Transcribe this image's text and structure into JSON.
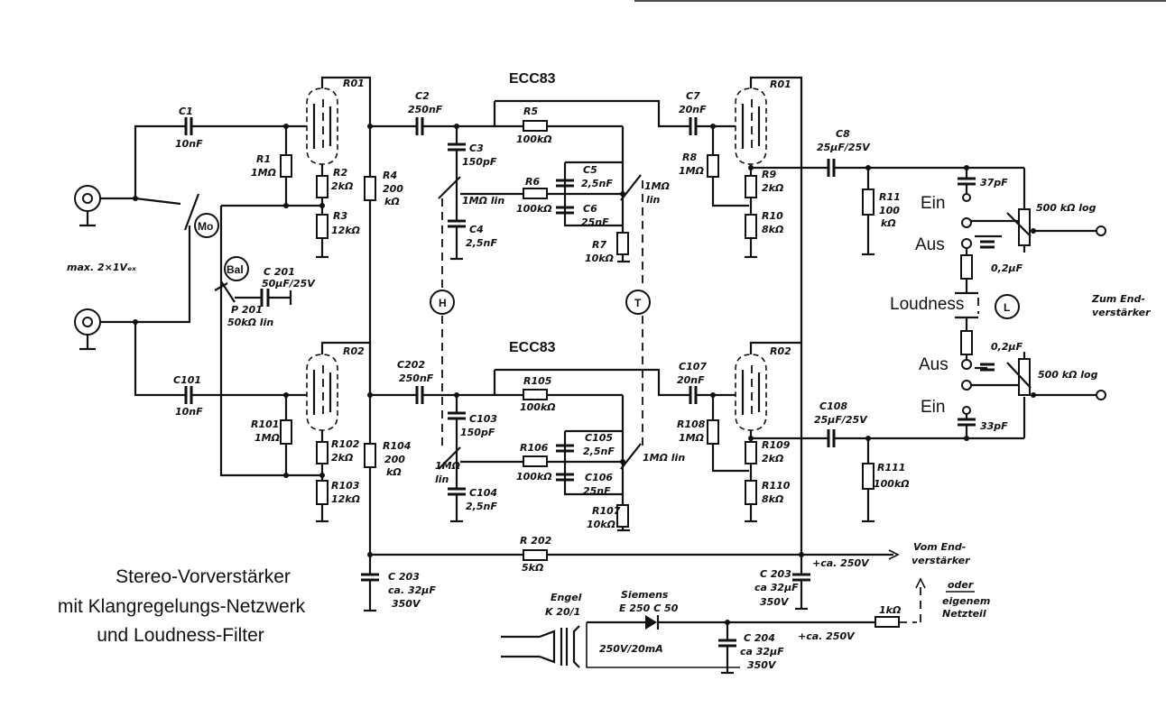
{
  "tube_top": "ECC83",
  "tube_bottom": "ECC83",
  "tube_labels": {
    "r01a": "R01",
    "r02a": "R02",
    "r01b": "R01",
    "r02b": "R02"
  },
  "caption": {
    "line1": "Stereo-Vorverstärker",
    "line2": "mit Klangregelungs-Netzwerk",
    "line3": "und Loudness-Filter"
  },
  "input_level": "max. 2×1Vₑₓ",
  "controls": {
    "mono": "Mo",
    "balance": "Bal",
    "bass": "H",
    "treble": "T",
    "loudness": "L"
  },
  "switch_labels": {
    "ein1": "Ein",
    "aus1": "Aus",
    "loudness": "Loudness",
    "aus2": "Aus",
    "ein2": "Ein"
  },
  "components": {
    "c1": "C1",
    "c1v": "10nF",
    "c101": "C101",
    "c101v": "10nF",
    "r1": "R1",
    "r1v": "1MΩ",
    "r101": "R101",
    "r101v": "1MΩ",
    "r2": "R2",
    "r2v": "2kΩ",
    "r3": "R3",
    "r3v": "12kΩ",
    "r102": "R102",
    "r102v": "2kΩ",
    "r103": "R103",
    "r103v": "12kΩ",
    "r4": "R4",
    "r4v1": "200",
    "r4v2": "kΩ",
    "r104": "R104",
    "r104v1": "200",
    "r104v2": "kΩ",
    "p201a": "P 201",
    "p201b": "50kΩ lin",
    "c201": "C 201",
    "c201v": "50µF/25V",
    "c2": "C2",
    "c2v": "250nF",
    "c202": "C202",
    "c202v": "250nF",
    "c3": "C3",
    "c3v": "150pF",
    "c103": "C103",
    "c103v": "150pF",
    "r5": "R5",
    "r5v": "100kΩ",
    "r105": "R105",
    "r105v": "100kΩ",
    "r6": "R6",
    "r6v": "100kΩ",
    "r106": "R106",
    "r106v": "100kΩ",
    "pb1": "1MΩ lin",
    "pb2a": "1MΩ",
    "pb2b": "lin",
    "pt1a": "1MΩ",
    "pt1b": "lin",
    "pt2": "1MΩ lin",
    "c4": "C4",
    "c4v": "2,5nF",
    "c104": "C104",
    "c104v": "2,5nF",
    "c5": "C5",
    "c5v": "2,5nF",
    "c6": "C6",
    "c6v": "25nF",
    "c105": "C105",
    "c105v": "2,5nF",
    "c106": "C106",
    "c106v": "25nF",
    "r7": "R7",
    "r7v": "10kΩ",
    "r107": "R107",
    "r107v": "10kΩ",
    "c7": "C7",
    "c7v": "20nF",
    "c107": "C107",
    "c107v": "20nF",
    "r8": "R8",
    "r8v": "1MΩ",
    "r108": "R108",
    "r108v": "1MΩ",
    "r9": "R9",
    "r9v": "2kΩ",
    "r10": "R10",
    "r10v": "8kΩ",
    "r109": "R109",
    "r109v": "2kΩ",
    "r110": "R110",
    "r110v": "8kΩ",
    "c8": "C8",
    "c8v": "25µF/25V",
    "c108": "C108",
    "c108v": "25µF/25V",
    "r11": "R11",
    "r11v1": "100",
    "r11v2": "kΩ",
    "r111": "R111",
    "r111v": "100kΩ",
    "c37": "37pF",
    "c33": "33pF",
    "c02a": "0,2µF",
    "c02b": "0,2µF",
    "pl1": "500 kΩ log",
    "pl2": "500 kΩ log",
    "r202": "R 202",
    "r202v": "5kΩ",
    "c203": "C 203",
    "c203v1": "ca. 32µF",
    "c203v2": "350V",
    "c203b": "C 203",
    "c203bv1": "ca 32µF",
    "c203bv2": "350V",
    "c204": "C 204",
    "c204v1": "ca 32µF",
    "c204v2": "350V",
    "r1k": "1kΩ"
  },
  "supply": {
    "transformer1": "Engel",
    "transformer2": "K 20/1",
    "rect1": "Siemens",
    "rect2": "E 250 C 50",
    "sec": "250V/20mA",
    "hv1": "+ca. 250V",
    "hv2": "+ca. 250V",
    "from1": "Vom End-",
    "from2": "verstärker",
    "oder": "oder",
    "own1": "eigenem",
    "own2": "Netzteil"
  },
  "output": {
    "line1": "Zum End-",
    "line2": "verstärker"
  }
}
